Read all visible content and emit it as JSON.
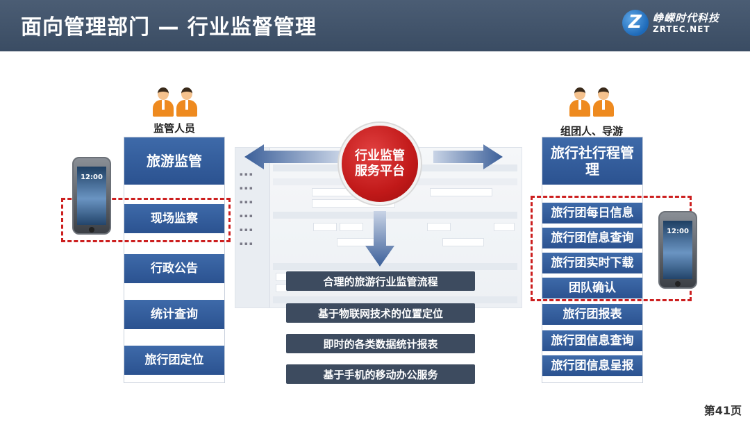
{
  "header": {
    "title": "面向管理部门 — 行业监督管理"
  },
  "logo": {
    "cn": "峥嵘时代科技",
    "en": "ZRTEC.NET",
    "mark": "Z"
  },
  "left": {
    "role": "监管人员",
    "items": [
      "旅游监管",
      "现场监察",
      "行政公告",
      "统计查询",
      "旅行团定位"
    ]
  },
  "right": {
    "role": "组团人、导游",
    "items": [
      "旅行社行程管理",
      "旅行团每日信息",
      "旅行团信息查询",
      "旅行团实时下载",
      "团队确认",
      "旅行团报表",
      "旅行团信息查询",
      "旅行团信息呈报"
    ]
  },
  "center": {
    "circle": "行业监管服务平台"
  },
  "features": [
    "合理的旅游行业监管流程",
    "基于物联网技术的位置定位",
    "即时的各类数据统计报表",
    "基于手机的移动办公服务"
  ],
  "phone": {
    "time": "12:00"
  },
  "page": "第41页",
  "colors": {
    "header": "#3f5168",
    "cell": "#2f5a98",
    "circle": "#c41a1a",
    "dashed": "#cc1f1f",
    "pill": "#3d4b5f"
  }
}
